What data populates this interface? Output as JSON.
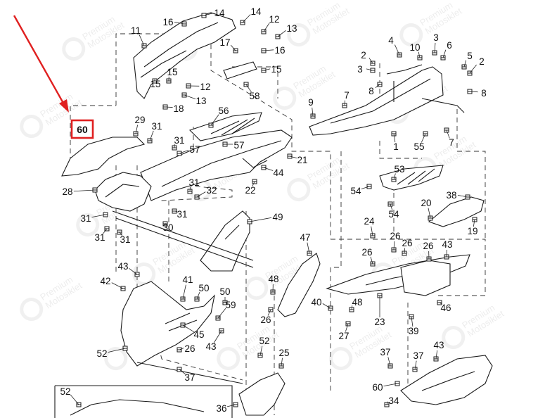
{
  "highlight_label": "60",
  "highlight_color": "#e02020",
  "arrow_color": "#e02020",
  "watermark": {
    "line1": "Premium",
    "line2": "Motosiklet"
  },
  "callouts": [
    {
      "text": "14"
    },
    {
      "text": "16"
    },
    {
      "text": "14"
    },
    {
      "text": "12"
    },
    {
      "text": "13"
    },
    {
      "text": "11"
    },
    {
      "text": "17"
    },
    {
      "text": "16"
    },
    {
      "text": "15"
    },
    {
      "text": "15"
    },
    {
      "text": "15"
    },
    {
      "text": "12"
    },
    {
      "text": "13"
    },
    {
      "text": "18"
    },
    {
      "text": "58"
    },
    {
      "text": "4"
    },
    {
      "text": "3"
    },
    {
      "text": "10"
    },
    {
      "text": "2"
    },
    {
      "text": "6"
    },
    {
      "text": "5"
    },
    {
      "text": "2"
    },
    {
      "text": "3"
    },
    {
      "text": "8"
    },
    {
      "text": "7"
    },
    {
      "text": "9"
    },
    {
      "text": "8"
    },
    {
      "text": "56"
    },
    {
      "text": "29"
    },
    {
      "text": "31"
    },
    {
      "text": "31"
    },
    {
      "text": "57"
    },
    {
      "text": "57"
    },
    {
      "text": "1"
    },
    {
      "text": "55"
    },
    {
      "text": "7"
    },
    {
      "text": "21"
    },
    {
      "text": "44"
    },
    {
      "text": "53"
    },
    {
      "text": "28"
    },
    {
      "text": "31"
    },
    {
      "text": "32"
    },
    {
      "text": "22"
    },
    {
      "text": "54"
    },
    {
      "text": "54"
    },
    {
      "text": "38"
    },
    {
      "text": "20"
    },
    {
      "text": "31"
    },
    {
      "text": "31"
    },
    {
      "text": "30"
    },
    {
      "text": "49"
    },
    {
      "text": "24"
    },
    {
      "text": "19"
    },
    {
      "text": "31"
    },
    {
      "text": "31"
    },
    {
      "text": "47"
    },
    {
      "text": "26"
    },
    {
      "text": "26"
    },
    {
      "text": "26"
    },
    {
      "text": "26"
    },
    {
      "text": "43"
    },
    {
      "text": "43"
    },
    {
      "text": "42"
    },
    {
      "text": "41"
    },
    {
      "text": "50"
    },
    {
      "text": "50"
    },
    {
      "text": "48"
    },
    {
      "text": "26"
    },
    {
      "text": "40"
    },
    {
      "text": "48"
    },
    {
      "text": "59"
    },
    {
      "text": "23"
    },
    {
      "text": "46"
    },
    {
      "text": "45"
    },
    {
      "text": "43"
    },
    {
      "text": "26"
    },
    {
      "text": "27"
    },
    {
      "text": "39"
    },
    {
      "text": "52"
    },
    {
      "text": "52"
    },
    {
      "text": "25"
    },
    {
      "text": "37"
    },
    {
      "text": "37"
    },
    {
      "text": "43"
    },
    {
      "text": "37"
    },
    {
      "text": "60"
    },
    {
      "text": "52"
    },
    {
      "text": "36"
    },
    {
      "text": "34"
    }
  ]
}
